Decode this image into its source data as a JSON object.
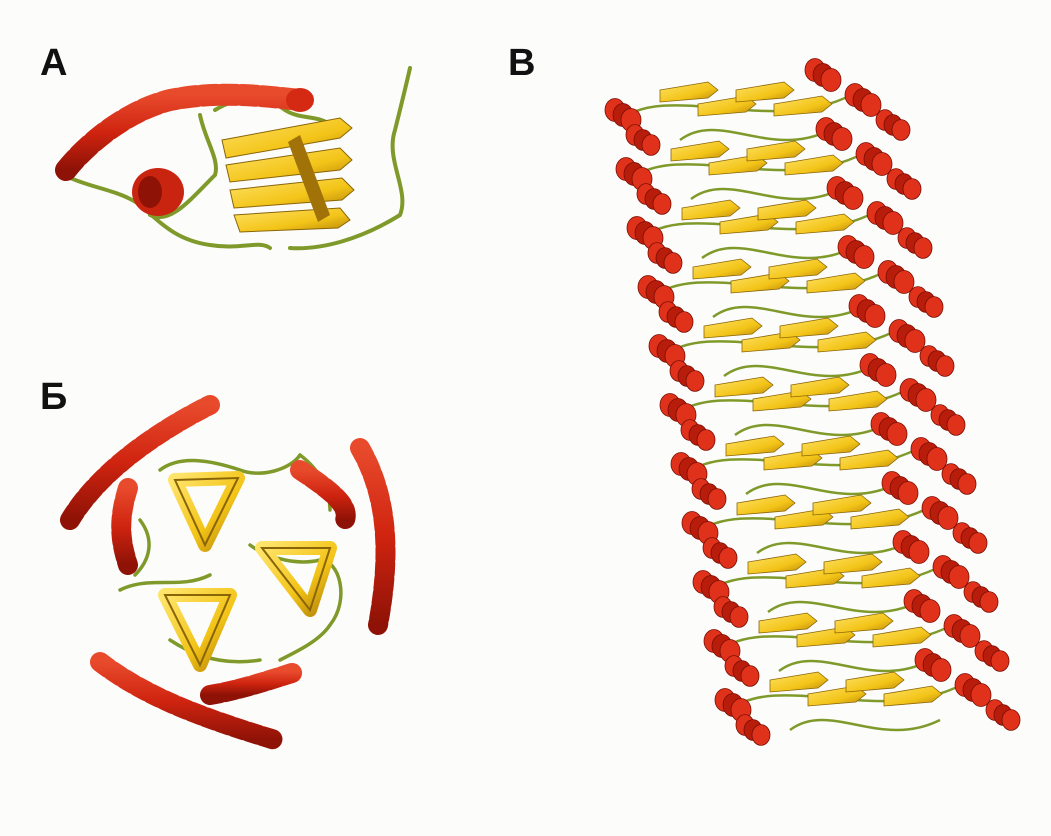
{
  "figure": {
    "panels": [
      {
        "label": "А",
        "description_key": "monomer"
      },
      {
        "label": "Б",
        "description_key": "trimer"
      },
      {
        "label": "В",
        "description_key": "fibril"
      }
    ]
  },
  "colors": {
    "helix": "#d42a14",
    "helix_dark": "#8e1206",
    "sheet": "#f5c81e",
    "sheet_dark": "#b8860b",
    "coil": "#7f9a2a",
    "background": "#fcfcfb"
  }
}
